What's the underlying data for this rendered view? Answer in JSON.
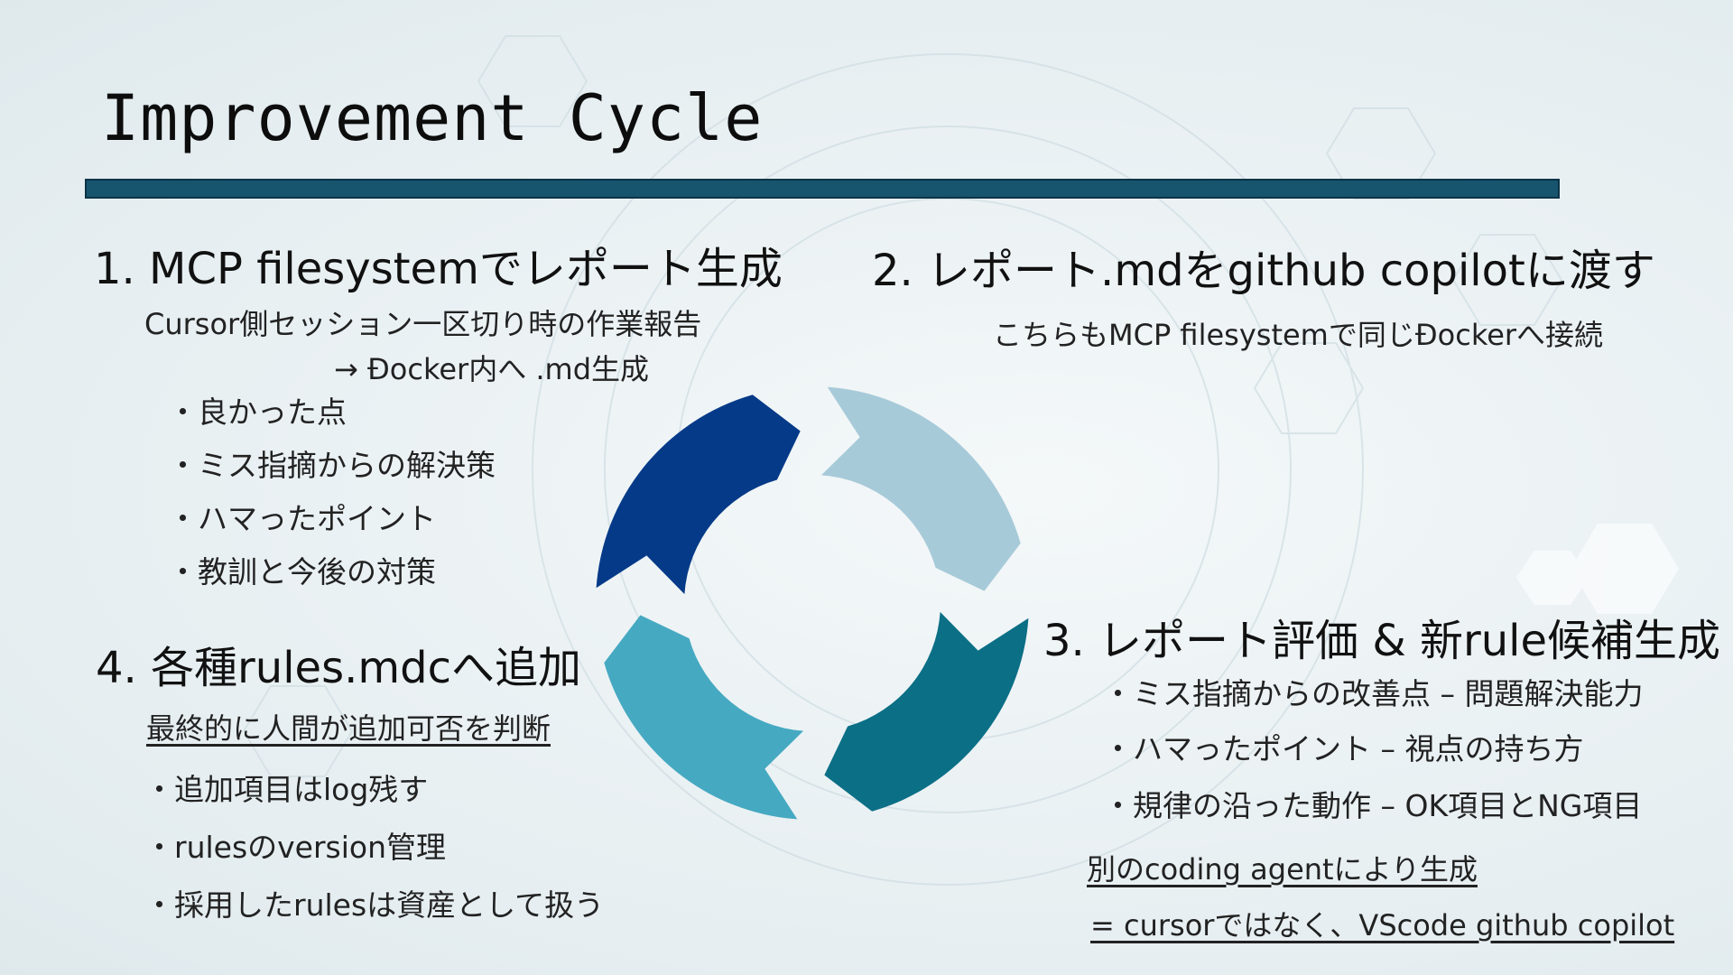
{
  "slide": {
    "title": "Improvement Cycle"
  },
  "step1": {
    "heading": "1. MCP filesystemでレポート生成",
    "line1": "Cursor側セッション一区切り時の作業報告",
    "line2": "→ Ðocker内へ .md生成",
    "bullets": [
      "・良かった点",
      "・ミス指摘からの解決策",
      "・ハマったポイント",
      "・教訓と今後の対策"
    ]
  },
  "step2": {
    "heading": "2. レポート.mdをgithub copilotに渡す",
    "line1": "こちらもMCP filesystemで同じÐockerへ接続"
  },
  "step3": {
    "heading": "3. レポート評価 & 新rule候補生成",
    "bullets": [
      "・ミス指摘からの改善点 – 問題解決能力",
      "・ハマったポイント – 視点の持ち方",
      "・規律の沿った動作 – OK項目とNG項目"
    ],
    "note1": "別のcoding agentにより生成",
    "note2": "= cursorではなく、VScode github copilot"
  },
  "step4": {
    "heading": "4. 各種rules.mdcへ追加",
    "line1": "最終的に人間が追加可否を判断",
    "bullets": [
      "・追加項目はlog残す",
      "・rulesのversion管理",
      "・採用したrulesは資産として扱う"
    ]
  },
  "colors": {
    "seg_top_left": "#053a88",
    "seg_top_right": "#a7cad9",
    "seg_bottom_right": "#0b6f86",
    "seg_bottom_left": "#46a9c2",
    "title_bar": "#17546e"
  }
}
